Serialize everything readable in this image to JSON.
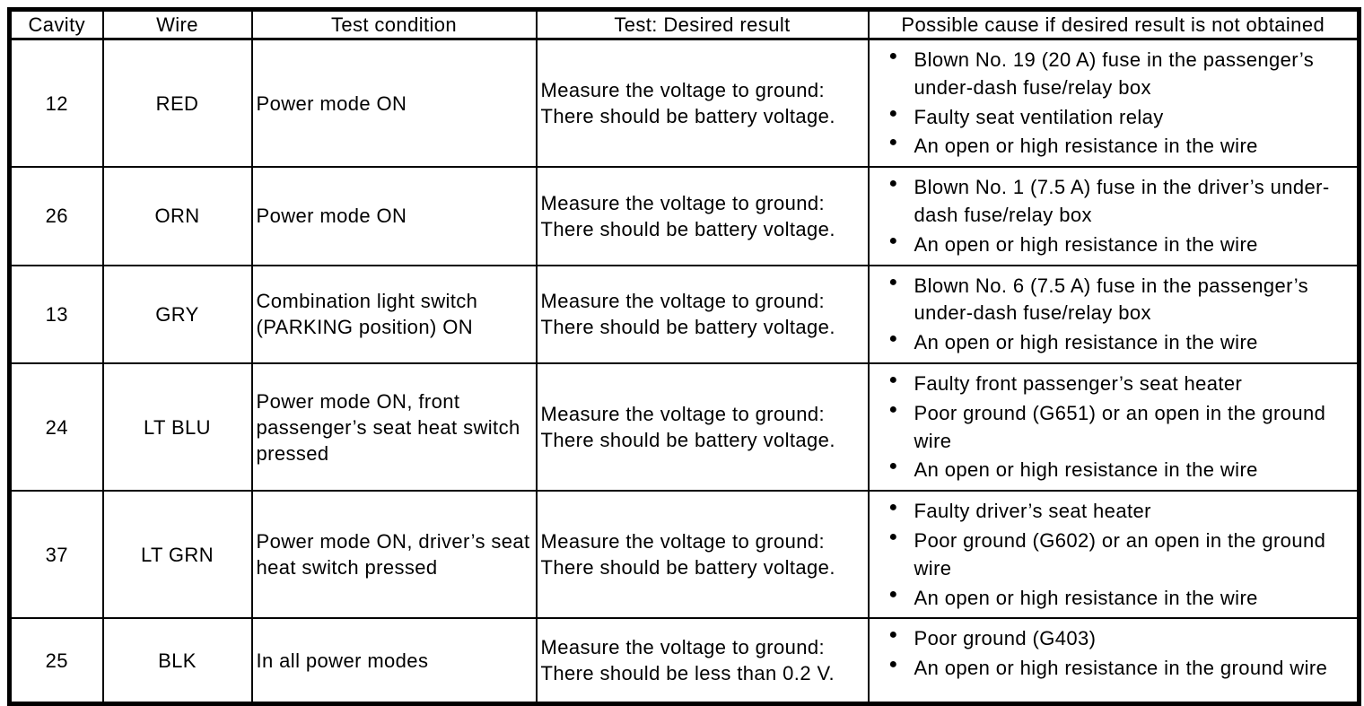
{
  "icons": {
    "bullet": "●"
  },
  "colors": {
    "border": "#000000",
    "text": "#000000",
    "background": "#ffffff"
  },
  "table": {
    "columns": [
      "Cavity",
      "Wire",
      "Test condition",
      "Test: Desired result",
      "Possible cause if desired result is not obtained"
    ],
    "rows": [
      {
        "cavity": "12",
        "wire": "RED",
        "condition": "Power mode ON",
        "result_lines": [
          "Measure the voltage to ground:",
          "There should be battery voltage."
        ],
        "causes": [
          "Blown No. 19 (20 A) fuse in the passenger’s under-dash fuse/relay box",
          "Faulty seat ventilation relay",
          "An open or high resistance in the wire"
        ]
      },
      {
        "cavity": "26",
        "wire": "ORN",
        "condition": "Power mode ON",
        "result_lines": [
          "Measure the voltage to ground:",
          "There should be battery voltage."
        ],
        "causes": [
          "Blown No. 1 (7.5 A) fuse in the driver’s under-dash fuse/relay box",
          "An open or high resistance in the wire"
        ]
      },
      {
        "cavity": "13",
        "wire": "GRY",
        "condition": "Combination light switch (PARKING position) ON",
        "result_lines": [
          "Measure the voltage to ground:",
          "There should be battery voltage."
        ],
        "causes": [
          "Blown No. 6 (7.5 A) fuse in the passenger’s under-dash fuse/relay box",
          "An open or high resistance in the wire"
        ]
      },
      {
        "cavity": "24",
        "wire": "LT BLU",
        "condition": "Power mode ON, front passenger’s seat heat switch pressed",
        "result_lines": [
          "Measure the voltage to ground:",
          "There should be battery voltage."
        ],
        "causes": [
          "Faulty front passenger’s seat heater",
          "Poor ground (G651) or an open in the ground wire",
          "An open or high resistance in the wire"
        ]
      },
      {
        "cavity": "37",
        "wire": "LT GRN",
        "condition": "Power mode ON, driver’s seat heat switch pressed",
        "result_lines": [
          "Measure the voltage to ground:",
          "There should be battery voltage."
        ],
        "causes": [
          "Faulty driver’s seat heater",
          "Poor ground (G602) or an open in the ground wire",
          "An open or high resistance in the wire"
        ]
      },
      {
        "cavity": "25",
        "wire": "BLK",
        "condition": "In all power modes",
        "result_lines": [
          "Measure the voltage to ground:",
          "There should be less than 0.2 V."
        ],
        "causes": [
          "Poor ground (G403)",
          "An open or high resistance in the ground wire"
        ]
      }
    ]
  }
}
